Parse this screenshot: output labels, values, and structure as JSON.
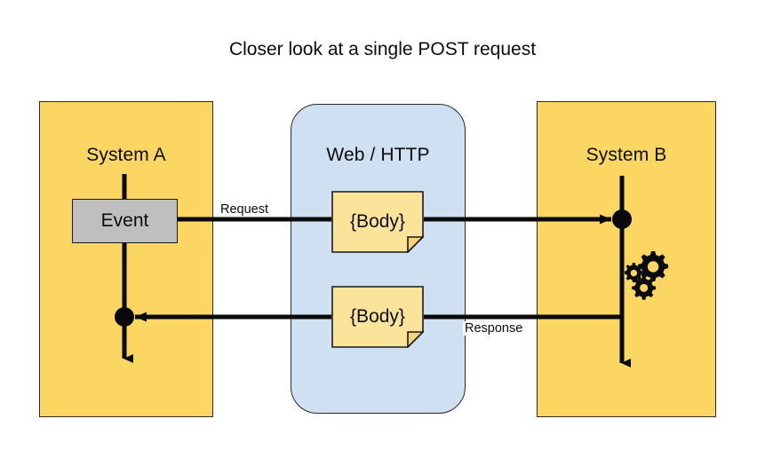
{
  "diagram": {
    "title": "Closer look at a single POST request",
    "lanes": [
      {
        "id": "system-a",
        "label": "System A",
        "color": "#fcd663",
        "shape": "rect"
      },
      {
        "id": "web-http",
        "label": "Web / HTTP",
        "color": "#cfe0f2",
        "shape": "rounded-rect"
      },
      {
        "id": "system-b",
        "label": "System B",
        "color": "#fcd663",
        "shape": "rect"
      }
    ],
    "nodes": [
      {
        "id": "event",
        "label": "Event",
        "color": "#bfbfbf",
        "lane": "system-a"
      },
      {
        "id": "request-body",
        "label": "{Body}",
        "color": "#fce39a",
        "lane": "web-http"
      },
      {
        "id": "response-body",
        "label": "{Body}",
        "color": "#fce39a",
        "lane": "web-http"
      }
    ],
    "edges": [
      {
        "id": "request-edge",
        "label": "Request",
        "from": "event",
        "to": "system-b"
      },
      {
        "id": "response-edge",
        "label": "Response",
        "from": "system-b",
        "to": "system-a"
      }
    ],
    "icons": [
      {
        "id": "gears",
        "name": "gears-icon",
        "lane": "system-b"
      }
    ],
    "colors": {
      "lane_yellow": "#fcd663",
      "lane_blue": "#cfe0f2",
      "event_gray": "#bfbfbf",
      "note_yellow": "#fce39a",
      "stroke": "#1a1a1a",
      "background": "#ffffff"
    }
  }
}
